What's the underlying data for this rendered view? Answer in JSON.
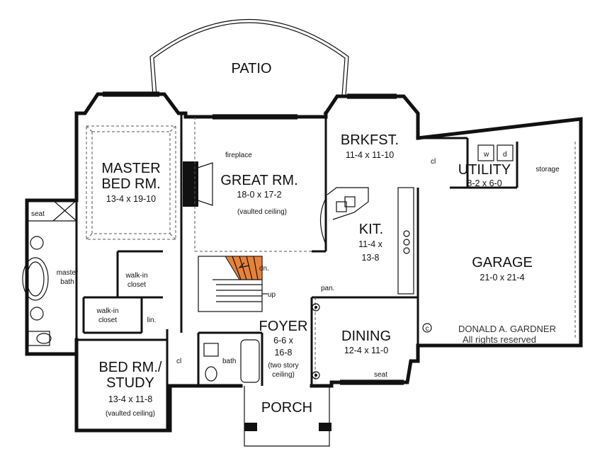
{
  "rooms": {
    "patio": {
      "name": "PATIO"
    },
    "master": {
      "name1": "MASTER",
      "name2": "BED RM.",
      "dims": "13-4  x  19-10"
    },
    "great": {
      "name": "GREAT RM.",
      "dims": "18-0  x  17-2",
      "note": "(vaulted ceiling)",
      "fireplace": "fireplace"
    },
    "brkfst": {
      "name": "BRKFST.",
      "dims": "11-4  x  11-10"
    },
    "utility": {
      "name": "UTILITY",
      "dims": "8-2  x  6-0",
      "w": "w",
      "d": "d",
      "cl": "cl"
    },
    "storage": {
      "name": "storage"
    },
    "kit": {
      "name": "KIT.",
      "dims1": "11-4  x",
      "dims2": "13-8"
    },
    "garage": {
      "name": "GARAGE",
      "dims": "21-0  x  21-4"
    },
    "master_bath": {
      "line1": "master",
      "line2": "bath",
      "seat": "seat"
    },
    "walkin1": {
      "line1": "walk-in",
      "line2": "closet"
    },
    "walkin2": {
      "line1": "walk-in",
      "line2": "closet"
    },
    "lin": {
      "name": "lin."
    },
    "stairs": {
      "dn": "dn.",
      "up": "up"
    },
    "pan": {
      "name": "pan."
    },
    "foyer": {
      "name": "FOYER",
      "dims1": "6-6  x",
      "dims2": "16-8",
      "note1": "(two story",
      "note2": "ceiling)"
    },
    "dining": {
      "name": "DINING",
      "dims": "12-4  x  11-0",
      "seat": "seat"
    },
    "bedstudy": {
      "name1": "BED RM./",
      "name2": "STUDY",
      "dims": "13-4  x  11-8",
      "note": "(vaulted ceiling)",
      "cl": "cl"
    },
    "bath": {
      "name": "bath"
    },
    "porch": {
      "name": "PORCH"
    }
  },
  "copyright": {
    "symbol": "c",
    "line1": "DONALD A. GARDNER",
    "line2": "All rights reserved"
  },
  "colors": {
    "stairs_highlight": "#e8823a",
    "walls": "#111111"
  }
}
